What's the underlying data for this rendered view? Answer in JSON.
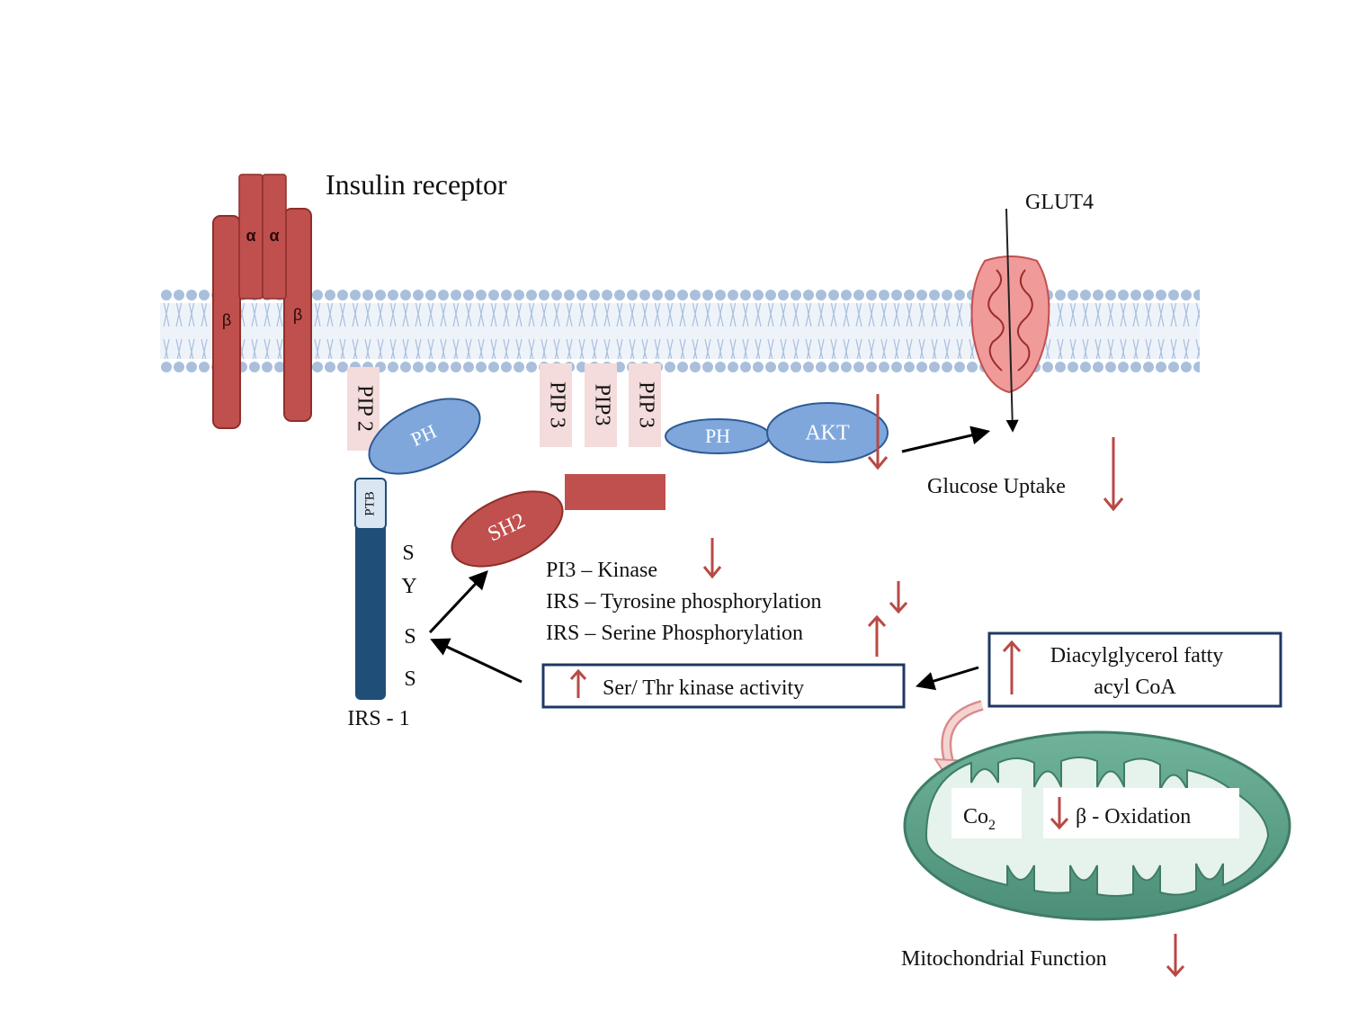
{
  "receptor": {
    "title": "Insulin receptor",
    "alpha_label": "α",
    "beta_label": "β"
  },
  "membrane": {
    "glut4_label": "GLUT4"
  },
  "lipids": {
    "pip2": "PIP 2",
    "pip3_a": "PIP 3",
    "pip3_b": "PIP3",
    "pip3_c": "PIP 3"
  },
  "irs1": {
    "ptb_label": "PTB",
    "ph_label": "PH",
    "residues": [
      "S",
      "Y",
      "S",
      "S"
    ],
    "name": "IRS - 1"
  },
  "pi3k": {
    "sh2_label": "SH2"
  },
  "akt": {
    "ph_label": "PH",
    "akt_label": "AKT"
  },
  "effects": {
    "glucose_uptake": "Glucose Uptake",
    "pi3_kinase": "PI3 – Kinase",
    "irs_tyrosine": "IRS – Tyrosine phosphorylation",
    "irs_serine": "IRS – Serine Phosphorylation",
    "ser_thr_kinase": "Ser/ Thr kinase activity",
    "diacylglycerol_line1": "Diacylglycerol  fatty",
    "diacylglycerol_line2": "acyl CoA"
  },
  "mitochondria": {
    "co2_main": "Co",
    "co2_sub": "2",
    "beta_oxidation": "β - Oxidation",
    "function_label": "Mitochondrial Function"
  },
  "colors": {
    "receptor_red": "#c0504d",
    "arrow_red": "#b84a44",
    "blue_ellipse": "#7fa7dc",
    "irs_navy": "#1f4e79",
    "pip_pink": "#f3dcdb",
    "membrane_blue": "#a9bfdc",
    "mito_green": "#5a9e86",
    "glut_pink": "#f09a9a"
  }
}
